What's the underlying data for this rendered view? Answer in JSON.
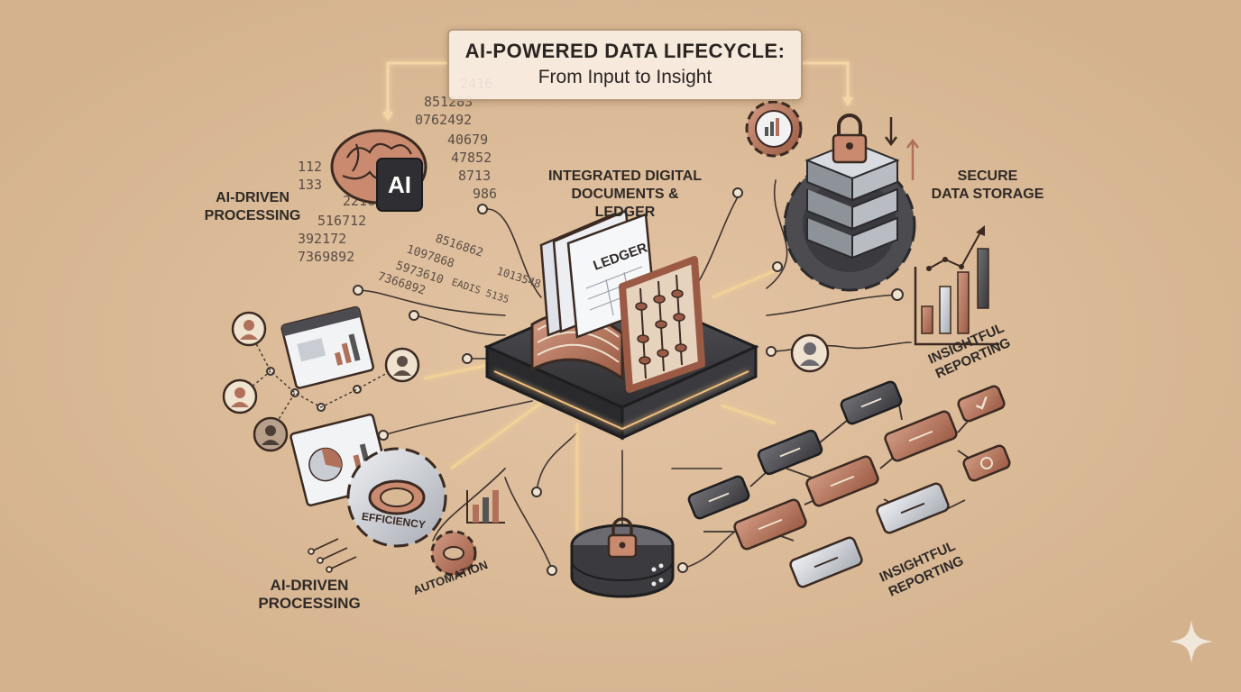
{
  "title": {
    "main": "AI-POWERED DATA LIFECYCLE:",
    "sub": "From Input to Insight"
  },
  "labels": {
    "ai_processing_top": [
      "AI-DRIVEN",
      "PROCESSING"
    ],
    "ai_processing_bottom": [
      "AI-DRIVEN",
      "PROCESSING"
    ],
    "integrated_docs": [
      "INTEGRATED DIGITAL",
      "DOCUMENTS & LEDGER"
    ],
    "secure_storage": [
      "SECURE",
      "DATA STORAGE"
    ],
    "insightful_reporting_right": [
      "INSIGHTFUL",
      "REPORTING"
    ],
    "insightful_reporting_bottom": [
      "INSIGHTFUL",
      "REPORTING"
    ],
    "automation": "AUTOMATION",
    "efficiency": "EFFICIENCY",
    "ledger": "LEDGER",
    "ai_badge": "AI"
  },
  "digit_strings": [
    "112",
    "133",
    "516712",
    "2216",
    "392172",
    "7369892",
    "0762492",
    "851283",
    "40679",
    "47852",
    "8713",
    "2416",
    "986",
    "8516862",
    "1097868",
    "5973610",
    "7366892",
    "1013548",
    "EADIS 5135"
  ],
  "colors": {
    "background": "#d9b896",
    "copper": "#b0705a",
    "dark": "#3b3b3e",
    "silver": "#c9ccd2",
    "glow": "#f5d08a"
  },
  "icons": [
    "brain-icon",
    "gear-icon",
    "lock-icon",
    "server-icon",
    "ledger-icon",
    "abacus-icon",
    "user-icon",
    "bar-chart-icon",
    "pie-chart-icon",
    "sparkle-icon"
  ]
}
